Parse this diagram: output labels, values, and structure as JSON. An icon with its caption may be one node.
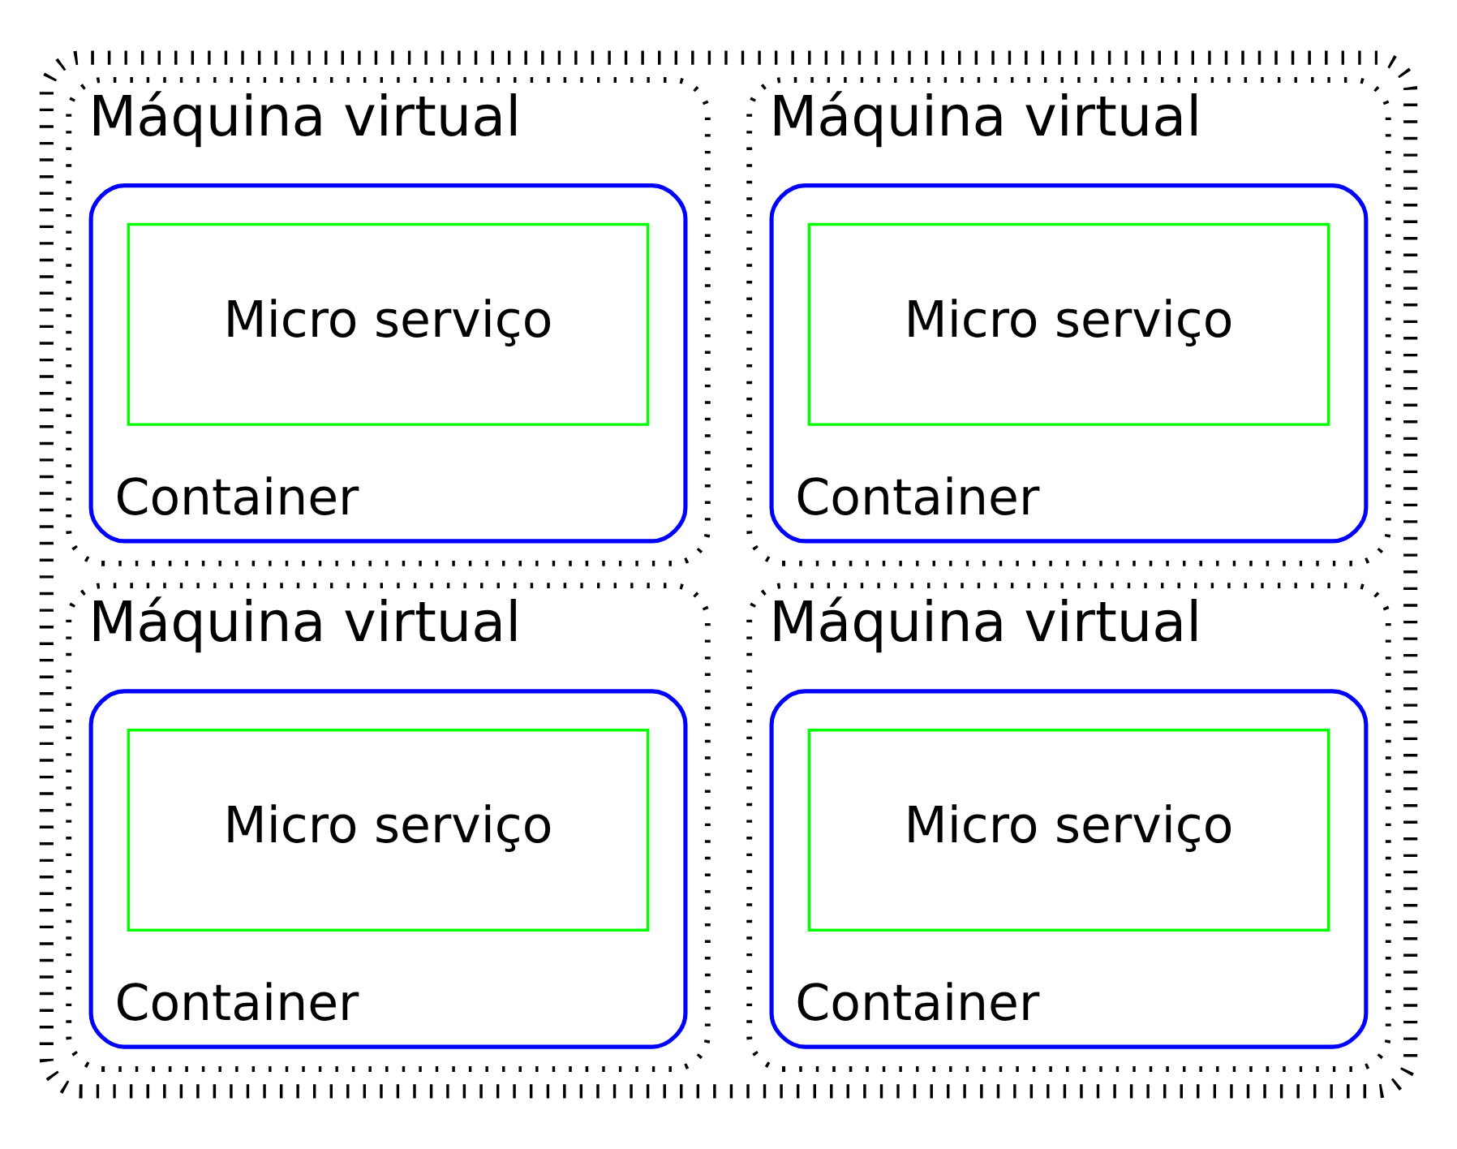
{
  "diagram": {
    "nodes": [
      {
        "text": [],
        "shape": "box"
      },
      {
        "text": [
          "Máquina virtual"
        ],
        "in": 0
      },
      {
        "text": [
          "Container"
        ],
        "in": 1
      },
      {
        "text": [
          "Micro serviço"
        ],
        "in": 2
      },
      {
        "text": [
          "Máquina virtual"
        ],
        "in": 0
      },
      {
        "text": [
          "Container"
        ],
        "in": 4
      },
      {
        "text": [
          "Micro serviço"
        ],
        "in": 5
      },
      {
        "text": [
          "Máquina virtual"
        ],
        "in": 0
      },
      {
        "text": [
          "Container"
        ],
        "in": 7
      },
      {
        "text": [
          "Micro serviço"
        ],
        "in": 8
      },
      {
        "text": [
          "Máquina virtual"
        ],
        "in": 0
      },
      {
        "text": [
          "Container"
        ],
        "in": 10
      },
      {
        "text": [
          "Micro serviço"
        ],
        "in": 11
      }
    ],
    "edges": []
  }
}
